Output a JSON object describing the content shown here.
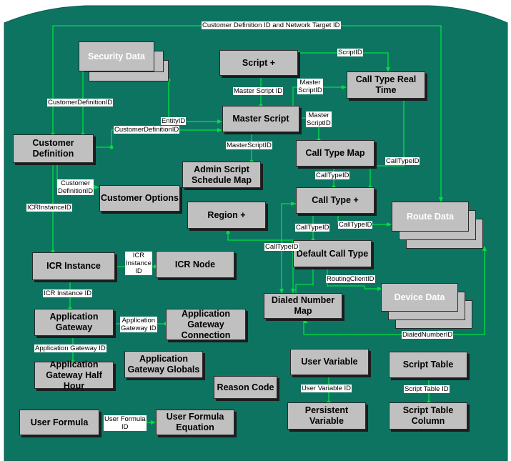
{
  "colors": {
    "background": "#0d7462",
    "box": "#c0c0c0",
    "connector": "#00e040"
  },
  "boxes": {
    "security_data": "Security Data",
    "script": "Script  +",
    "call_type_real_time": "Call Type Real\nTime",
    "master_script": "Master Script",
    "customer_definition": "Customer\nDefinition",
    "call_type_map": "Call Type Map",
    "admin_script_schedule_map": "Admin Script\nSchedule Map",
    "customer_options": "Customer Options",
    "call_type": "Call Type +",
    "region": "Region  +",
    "route_data": "Route Data",
    "default_call_type": "Default Call Type",
    "icr_instance": "ICR Instance",
    "icr_node": "ICR Node",
    "dialed_number_map": "Dialed Number\nMap",
    "device_data": "Device Data",
    "application_gateway": "Application\nGateway",
    "application_gateway_connection": "Application\nGateway\nConnection",
    "application_gateway_half_hour": "Application\nGateway Half Hour",
    "application_gateway_globals": "Application\nGateway Globals",
    "user_variable": "User Variable",
    "script_table": "Script Table",
    "reason_code": "Reason Code",
    "persistent_variable": "Persistent\nVariable",
    "script_table_column": "Script Table\nColumn",
    "user_formula": "User Formula",
    "user_formula_equation": "User Formula\nEquation"
  },
  "labels": {
    "customer_definition_and_network_target_id": "Customer Definition ID and Network Target ID",
    "script_id": "ScriptID",
    "master_script_id_1": "Master Script ID",
    "master_script_id_2": "Master\nScriptID",
    "master_script_id_3": "Master\nScriptID",
    "customer_definition_id_1": "CustomerDefinitionID",
    "entity_id": "EntityID",
    "customer_definition_id_2": "CustomerDefinitionID",
    "master_script_id_4": "MasterScriptID",
    "call_type_id_1": "CallTypeID",
    "call_type_id_2": "CallTypeID",
    "customer_definition_id_3": "Customer\nDefinitionID",
    "icr_instance_id_1": "ICRInstanceID",
    "call_type_id_3": "CallTypeID",
    "call_type_id_4": "CallTypeID",
    "call_type_id_5": "CallTypeID",
    "icr_instance_id_2": "ICR\nInstance\nID",
    "routing_client_id": "RoutingClientID",
    "icr_instance_id_3": "ICR Instance ID",
    "dialed_number_id": "DialedNumberID",
    "application_gateway_id_1": "Application\nGateway ID",
    "application_gateway_id_2": "Application Gateway ID",
    "user_variable_id": "User Variable ID",
    "script_table_id": "Script Table ID",
    "user_formula_id": "User Formula\nID"
  }
}
